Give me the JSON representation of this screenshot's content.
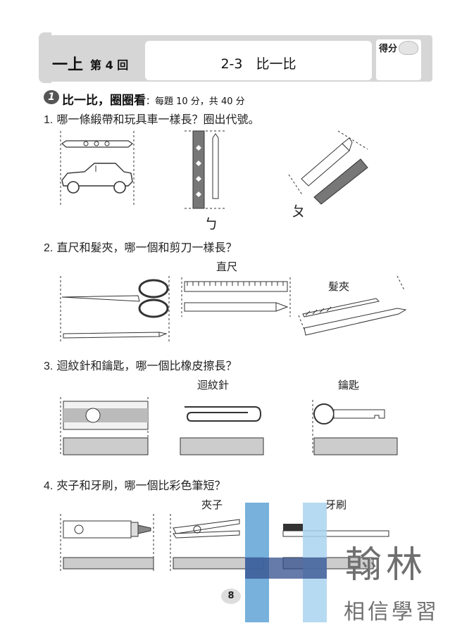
{
  "header": {
    "grade": "一上",
    "round_label": "第 4 回",
    "unit_title": "2-3　比一比",
    "score_label": "得分"
  },
  "section": {
    "number": "1",
    "title": "比一比，圈圈看",
    "scoring": "：每題 10 分，共 40 分"
  },
  "questions": [
    {
      "num": "1.",
      "text": "哪一條緞帶和玩具車一樣長？圈出代號。",
      "options": [
        "ㄅ",
        "ㄆ"
      ]
    },
    {
      "num": "2.",
      "text": "直尺和髮夾，哪一個和剪刀一樣長？",
      "labels": [
        "直尺",
        "髮夾"
      ]
    },
    {
      "num": "3.",
      "text": "迴紋針和鑰匙，哪一個比橡皮擦長？",
      "labels": [
        "迴紋針",
        "鑰匙"
      ]
    },
    {
      "num": "4.",
      "text": "夾子和牙刷，哪一個比彩色筆短？",
      "labels": [
        "夾子",
        "牙刷"
      ]
    }
  ],
  "page_number": "8",
  "watermark": {
    "brand": "翰林",
    "slogan": "相信學習"
  },
  "colors": {
    "header_gray": "#d8d8d8",
    "watermark_blue": "#5fa3d6",
    "watermark_light": "#a9d3ef",
    "watermark_navy": "#334f8c"
  }
}
